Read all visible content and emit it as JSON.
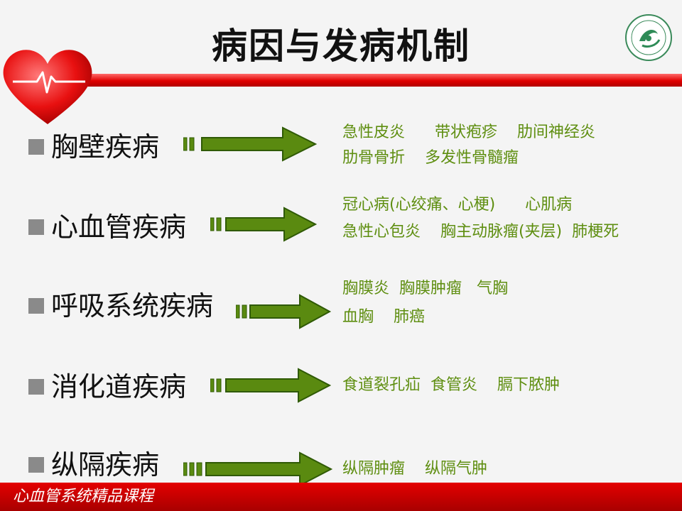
{
  "title": "病因与发病机制",
  "footer": "心血管系统精品课程",
  "colors": {
    "accent_red": "#e00000",
    "disease_text": "#5e8e10",
    "arrow_green": "#5a8a10"
  },
  "rows": [
    {
      "category": "胸壁疾病",
      "diseases": [
        "急性皮炎      带状疱疹    肋间神经炎",
        "肋骨骨折    多发性骨髓瘤"
      ]
    },
    {
      "category": "心血管疾病",
      "diseases": [
        "冠心病(心绞痛、心梗)      心肌病",
        "急性心包炎    胸主动脉瘤(夹层)  肺梗死"
      ]
    },
    {
      "category": "呼吸系统疾病",
      "diseases": [
        "胸膜炎  胸膜肿瘤   气胸",
        "血胸    肺癌"
      ]
    },
    {
      "category": "消化道疾病",
      "diseases": [
        "食道裂孔疝  食管炎    膈下脓肿"
      ]
    },
    {
      "category": "纵隔疾病",
      "diseases": [
        "纵隔肿瘤    纵隔气肿"
      ]
    }
  ]
}
